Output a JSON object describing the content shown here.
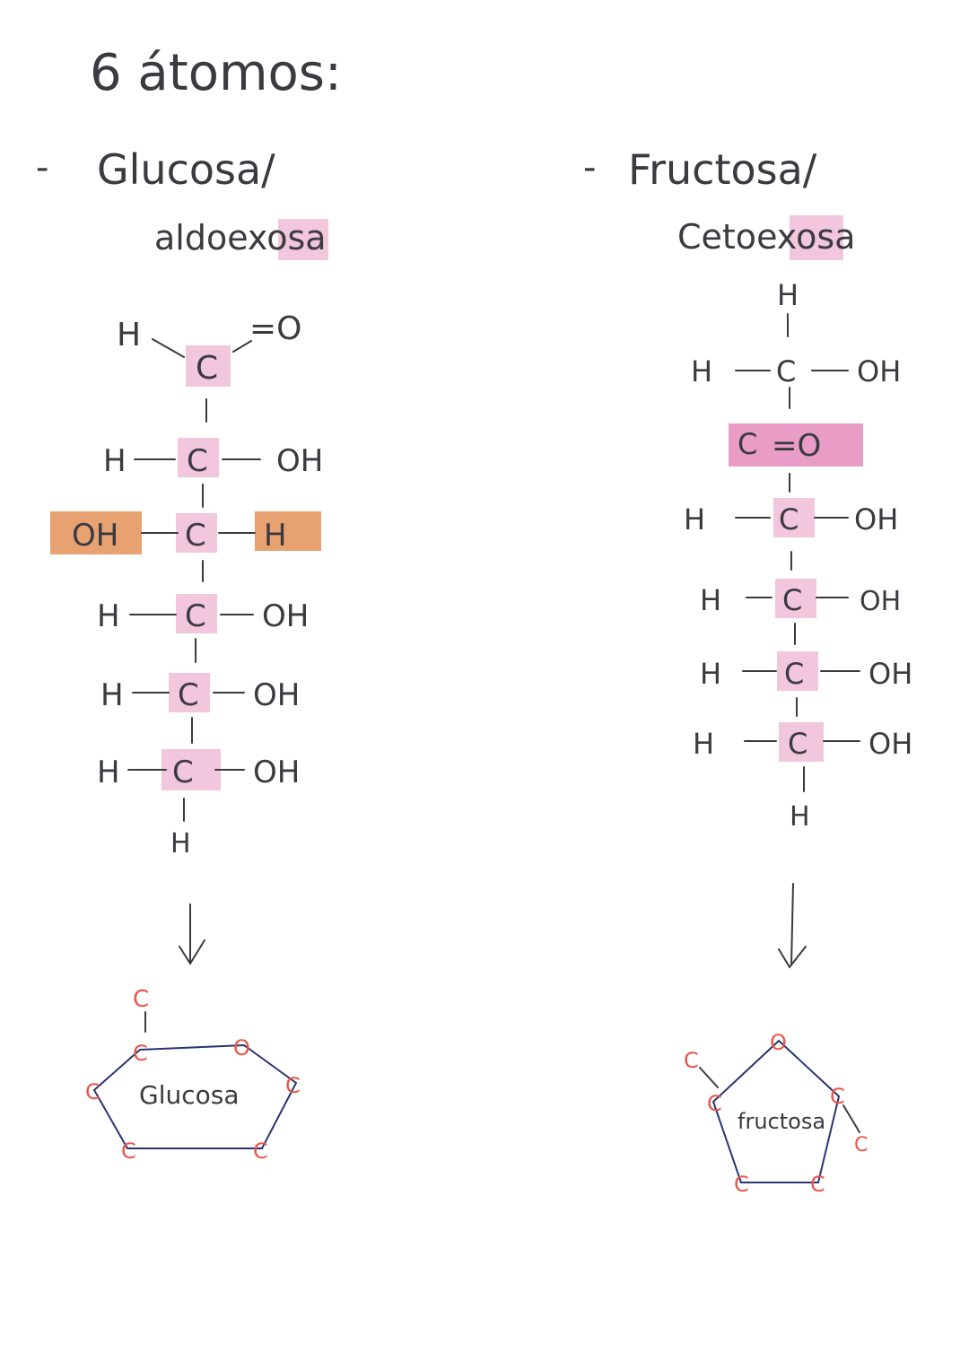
{
  "heading": "6 átomos:",
  "glucose": {
    "dash": "-",
    "name": "Glucosa/",
    "type_prefix": "aldo",
    "type_suffix": "exosa",
    "top_h": "H",
    "top_c": "C",
    "top_o": "=O",
    "rows": [
      {
        "left": "H",
        "c": "C",
        "right": "OH"
      },
      {
        "left": "OH",
        "c": "C",
        "right": "H"
      },
      {
        "left": "H",
        "c": "C",
        "right": "OH"
      },
      {
        "left": "H",
        "c": "C",
        "right": "OH"
      },
      {
        "left": "H",
        "c": "C",
        "right": "OH"
      }
    ],
    "bottom_h": "H",
    "ring_label": "Glucosa",
    "ring_substituent": "C",
    "ring_atoms": [
      "C",
      "O",
      "C",
      "C",
      "C",
      "C"
    ]
  },
  "fructose": {
    "dash": "-",
    "name": "Fructosa/",
    "type_prefix": "Ceto",
    "type_suffix": "exosa",
    "top_h": "H",
    "rows": [
      {
        "left": "H",
        "c": "C",
        "right": "OH"
      },
      {
        "left": "",
        "c": "C",
        "right": "=O"
      },
      {
        "left": "H",
        "c": "C",
        "right": "OH"
      },
      {
        "left": "H",
        "c": "C",
        "right": "OH"
      },
      {
        "left": "H",
        "c": "C",
        "right": "OH"
      },
      {
        "left": "H",
        "c": "C",
        "right": "OH"
      }
    ],
    "bottom_h": "H",
    "ring_label": "fructosa",
    "ring_substituent_left": "C",
    "ring_substituent_right": "C",
    "ring_atoms": [
      "O",
      "C",
      "C",
      "C",
      "C"
    ]
  },
  "colors": {
    "ink": "#3a3a40",
    "pink_highlight": "#f2c6dc",
    "magenta_highlight": "#e89cc6",
    "orange_highlight": "#e8a272",
    "ring_atom_red": "#e8564a",
    "ring_line_blue": "#2a3470"
  },
  "icons": [
    "arrow-down-icon",
    "arrow-down-icon"
  ]
}
